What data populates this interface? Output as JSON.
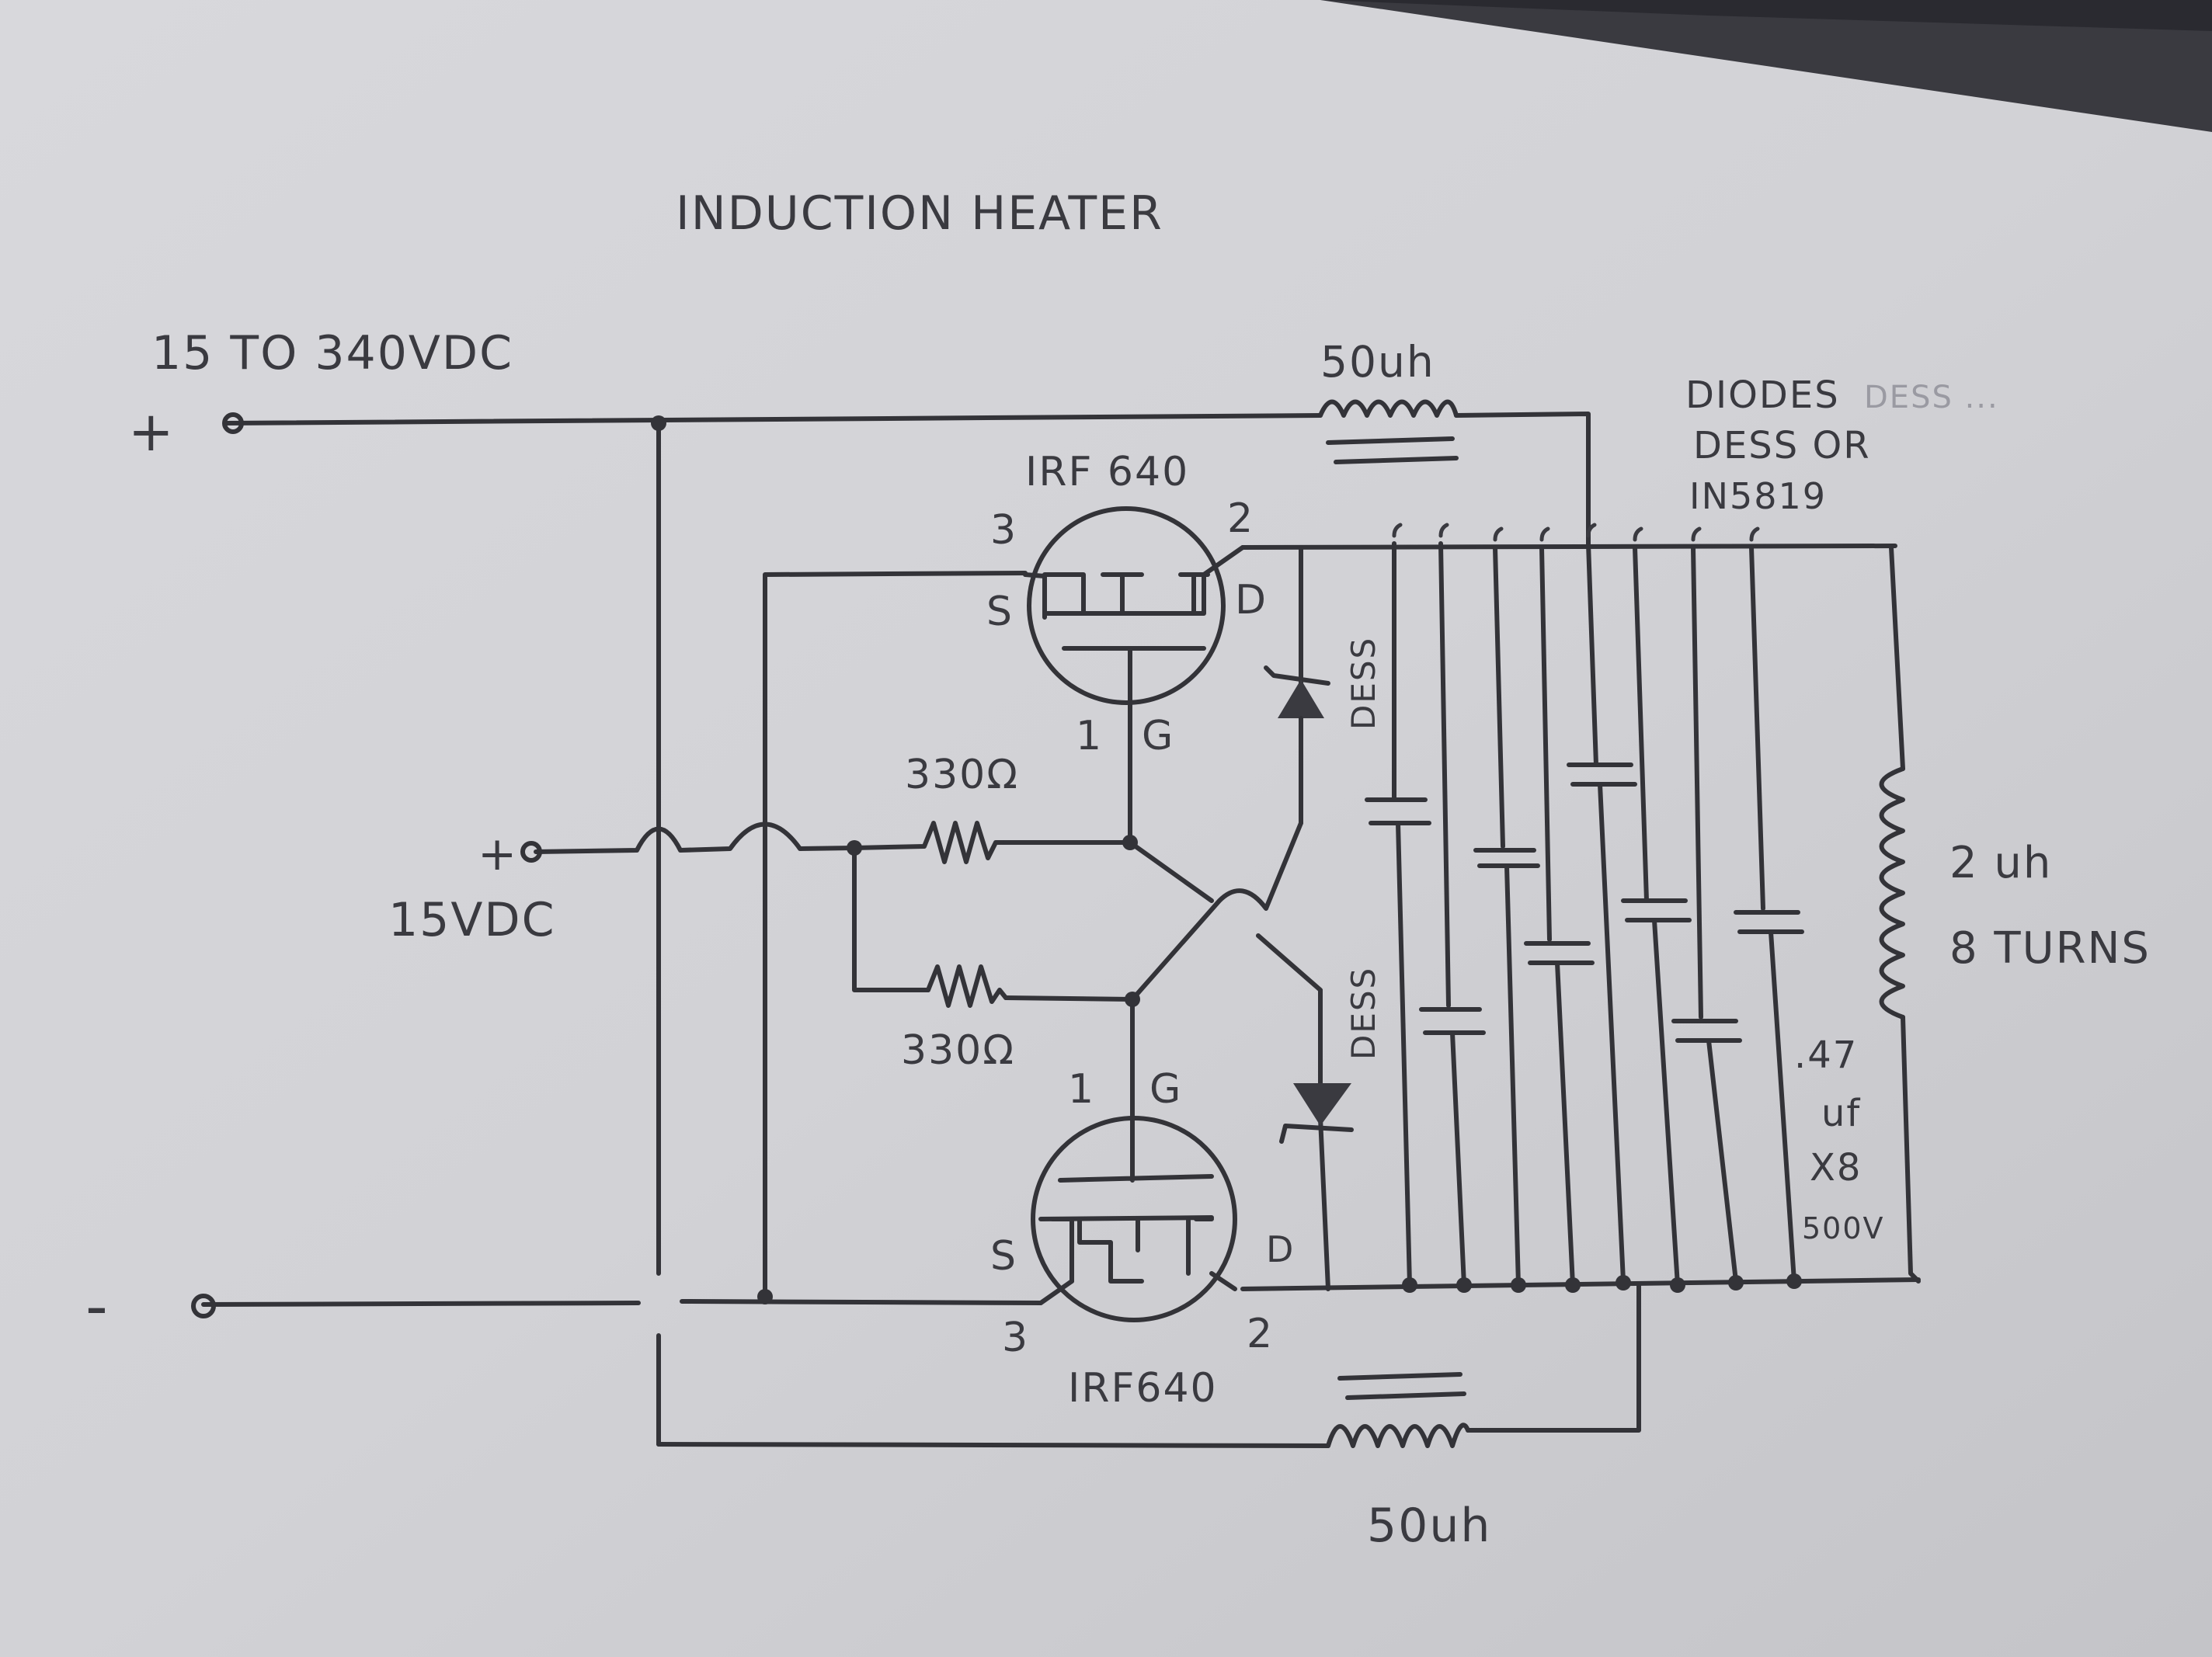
{
  "title": "INDUCTION HEATER",
  "supply": {
    "label": "15 TO 340VDC",
    "plus": "+",
    "minus": "-"
  },
  "inductor_top": {
    "label": "50uh"
  },
  "inductor_bottom": {
    "label": "50uh"
  },
  "diode_note": {
    "line1": "DIODES",
    "line2": "DESS OR",
    "line3": "IN5819",
    "faint": "DESS ..."
  },
  "mosfet_top": {
    "part": "IRF 640",
    "pin_s_num": "3",
    "pin_d_num": "2",
    "pin_g_num": "1",
    "s": "S",
    "d": "D",
    "g": "G"
  },
  "mosfet_bottom": {
    "part": "IRF640",
    "pin_s_num": "3",
    "pin_d_num": "2",
    "pin_g_num": "1",
    "s": "S",
    "d": "D",
    "g": "G"
  },
  "gate_supply": {
    "plus": "+",
    "label": "15VDC"
  },
  "resistor_top": {
    "label": "330Ω"
  },
  "resistor_bottom": {
    "label": "330Ω"
  },
  "diode_top": {
    "label": "DESS"
  },
  "diode_bottom": {
    "label": "DESS"
  },
  "work_coil": {
    "line1": "2 uh",
    "line2": "8 TURNS"
  },
  "capacitor_note": {
    "line1": ".47",
    "line2": "uf",
    "line3": "X8",
    "line4": "500V"
  }
}
